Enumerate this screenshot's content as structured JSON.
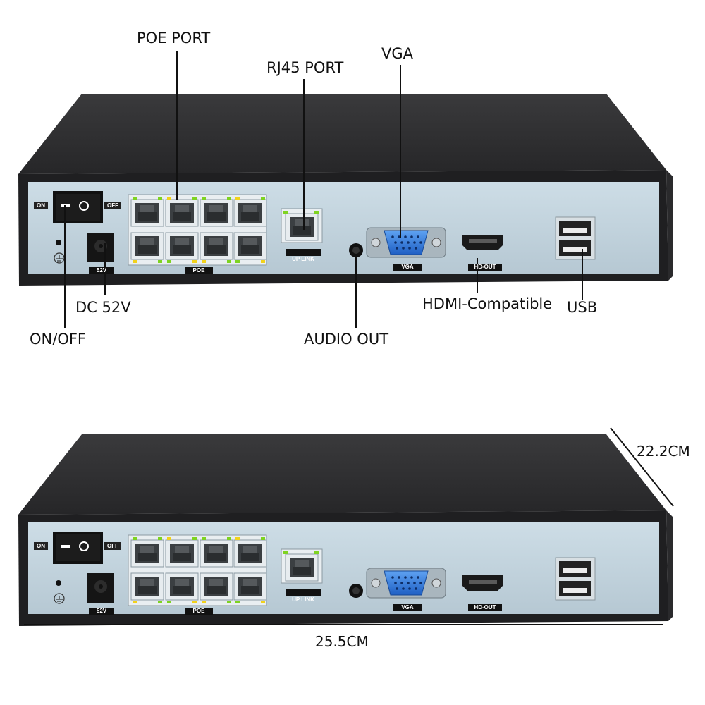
{
  "callouts": {
    "poe_port": "POE PORT",
    "rj45_port": "RJ45 PORT",
    "vga": "VGA",
    "dc_52v": "DC 52V",
    "on_off": "ON/OFF",
    "audio_out": "AUDIO OUT",
    "hdmi": "HDMI-Compatible",
    "usb": "USB"
  },
  "panel_labels": {
    "on": "ON",
    "off": "OFF",
    "volt": "52V",
    "poe": "POE",
    "uplink": "UP LINK",
    "vga": "VGA",
    "hdout": "HD-OUT"
  },
  "dimensions": {
    "depth": "22.2CM",
    "width": "25.5CM"
  },
  "colors": {
    "chassis_top": "#2e2e30",
    "chassis_edge": "#1c1c1e",
    "panel": "#c3d4de",
    "vga_blue": "#2f7be0",
    "led_green": "#7ed321",
    "led_yellow": "#f2d21b"
  }
}
